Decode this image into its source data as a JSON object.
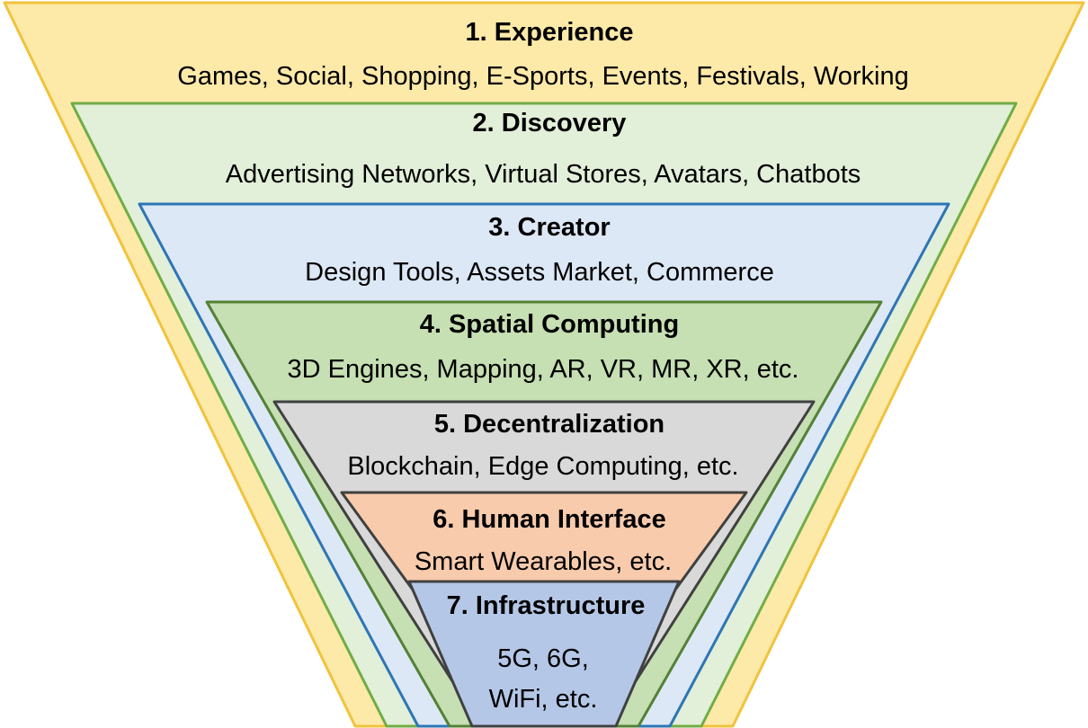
{
  "layers": [
    {
      "title": "1. Experience",
      "items": "Games, Social, Shopping, E-Sports, Events, Festivals, Working",
      "fill": "#fde9a8",
      "stroke": "#f0c33c"
    },
    {
      "title": "2. Discovery",
      "items": "Advertising Networks, Virtual Stores, Avatars, Chatbots",
      "fill": "#e2efd9",
      "stroke": "#70ad47"
    },
    {
      "title": "3. Creator",
      "items": "Design Tools, Assets Market, Commerce",
      "fill": "#dde8f6",
      "stroke": "#2e75b6"
    },
    {
      "title": "4. Spatial Computing",
      "items": "3D Engines, Mapping, AR, VR, MR, XR, etc.",
      "fill": "#c6dfb3",
      "stroke": "#538135"
    },
    {
      "title": "5. Decentralization",
      "items": "Blockchain, Edge Computing, etc.",
      "fill": "#d9d9d9",
      "stroke": "#404040"
    },
    {
      "title": "6. Human Interface",
      "items": "Smart Wearables, etc.",
      "fill": "#f8cbad",
      "stroke": "#404040"
    },
    {
      "title": "7. Infrastructure",
      "items_line1": "5G, 6G,",
      "items_line2": "WiFi, etc.",
      "fill": "#b4c7e7",
      "stroke": "#404040"
    }
  ]
}
